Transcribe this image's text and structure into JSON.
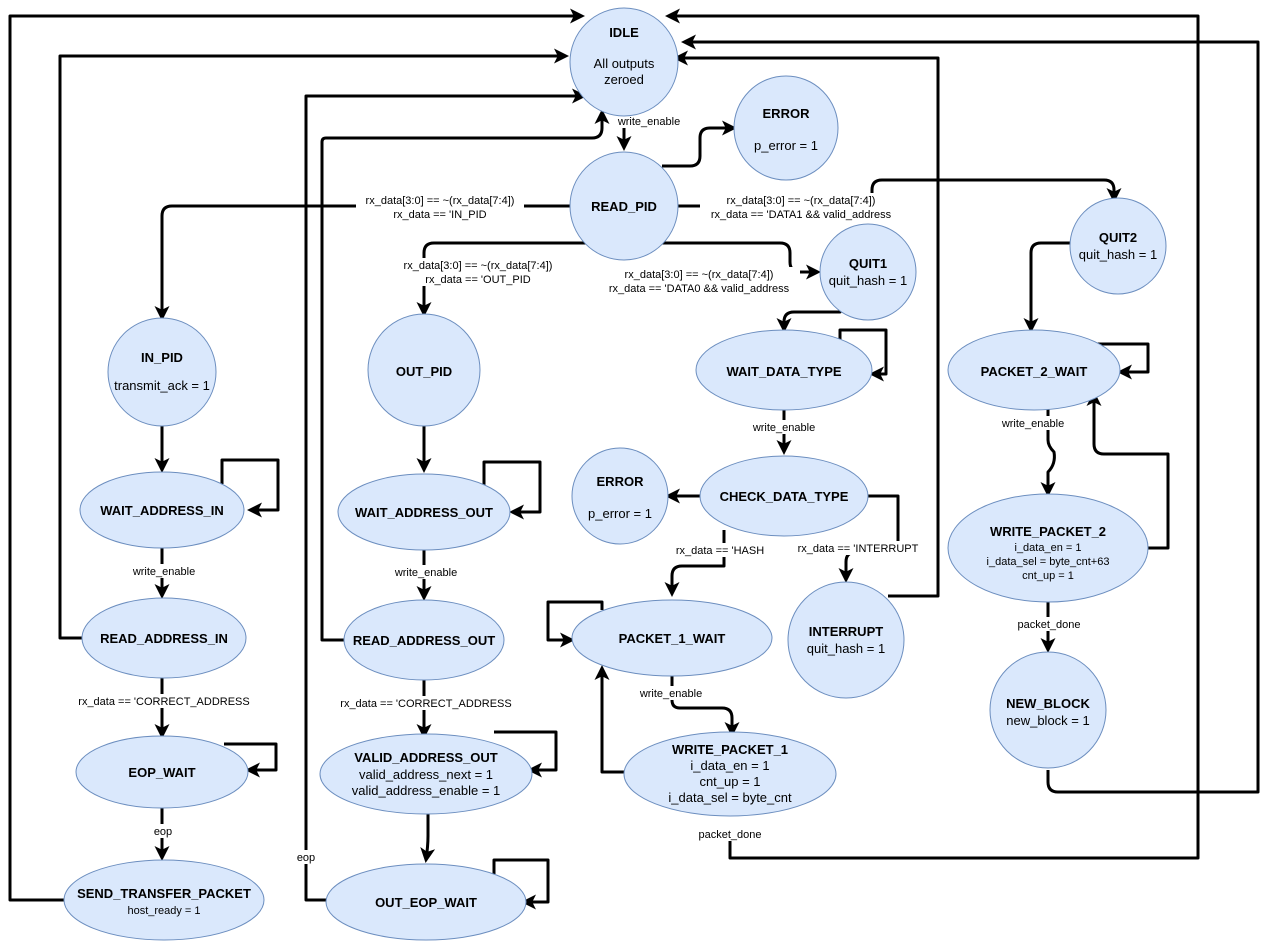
{
  "states": {
    "idle": {
      "title": "IDLE",
      "lines": [
        "All outputs",
        "zeroed"
      ]
    },
    "error_top": {
      "title": "ERROR",
      "lines": [
        "p_error = 1"
      ]
    },
    "read_pid": {
      "title": "READ_PID",
      "lines": []
    },
    "quit2": {
      "title": "QUIT2",
      "lines": [
        "quit_hash = 1"
      ]
    },
    "quit1": {
      "title": "QUIT1",
      "lines": [
        "quit_hash = 1"
      ]
    },
    "in_pid": {
      "title": "IN_PID",
      "lines": [
        "transmit_ack = 1"
      ]
    },
    "out_pid": {
      "title": "OUT_PID",
      "lines": []
    },
    "wait_data_type": {
      "title": "WAIT_DATA_TYPE",
      "lines": []
    },
    "packet_2_wait": {
      "title": "PACKET_2_WAIT",
      "lines": []
    },
    "error_mid": {
      "title": "ERROR",
      "lines": [
        "p_error = 1"
      ]
    },
    "check_data_type": {
      "title": "CHECK_DATA_TYPE",
      "lines": []
    },
    "wait_address_in": {
      "title": "WAIT_ADDRESS_IN",
      "lines": []
    },
    "wait_address_out": {
      "title": "WAIT_ADDRESS_OUT",
      "lines": []
    },
    "write_packet_2": {
      "title": "WRITE_PACKET_2",
      "lines": [
        "i_data_en = 1",
        "i_data_sel = byte_cnt+63",
        "cnt_up = 1"
      ]
    },
    "interrupt": {
      "title": "INTERRUPT",
      "lines": [
        "quit_hash = 1"
      ]
    },
    "packet_1_wait": {
      "title": "PACKET_1_WAIT",
      "lines": []
    },
    "read_address_in": {
      "title": "READ_ADDRESS_IN",
      "lines": []
    },
    "read_address_out": {
      "title": "READ_ADDRESS_OUT",
      "lines": []
    },
    "new_block": {
      "title": "NEW_BLOCK",
      "lines": [
        "new_block = 1"
      ]
    },
    "eop_wait": {
      "title": "EOP_WAIT",
      "lines": []
    },
    "valid_address_out": {
      "title": "VALID_ADDRESS_OUT",
      "lines": [
        "valid_address_next = 1",
        "valid_address_enable = 1"
      ]
    },
    "write_packet_1": {
      "title": "WRITE_PACKET_1",
      "lines": [
        "i_data_en = 1",
        "cnt_up = 1",
        "i_data_sel = byte_cnt"
      ]
    },
    "send_transfer_packet": {
      "title": "SEND_TRANSFER_PACKET",
      "lines": [
        "host_ready = 1"
      ]
    },
    "out_eop_wait": {
      "title": "OUT_EOP_WAIT",
      "lines": []
    }
  },
  "labels": {
    "idle_write_enable": "write_enable",
    "in_pid_cond": [
      "rx_data[3:0] == ~(rx_data[7:4])",
      "rx_data == 'IN_PID"
    ],
    "data1_cond": [
      "rx_data[3:0] == ~(rx_data[7:4])",
      "rx_data == 'DATA1 && valid_address"
    ],
    "out_pid_cond": [
      "rx_data[3:0] == ~(rx_data[7:4])",
      "rx_data == 'OUT_PID"
    ],
    "data0_cond": [
      "rx_data[3:0] == ~(rx_data[7:4])",
      "rx_data == 'DATA0 && valid_address"
    ],
    "wait_data_type_write_enable": "write_enable",
    "packet_2_write_enable": "write_enable",
    "hash_cond": "rx_data == 'HASH",
    "interrupt_cond": "rx_data == 'INTERRUPT",
    "wait_address_in_write_enable": "write_enable",
    "wait_address_out_write_enable": "write_enable",
    "packet_done_2": "packet_done",
    "correct_address_in": "rx_data == 'CORRECT_ADDRESS",
    "correct_address_out": "rx_data == 'CORRECT_ADDRESS",
    "packet_1_write_enable": "write_enable",
    "eop_in": "eop",
    "eop_out": "eop",
    "packet_done_1": "packet_done"
  }
}
